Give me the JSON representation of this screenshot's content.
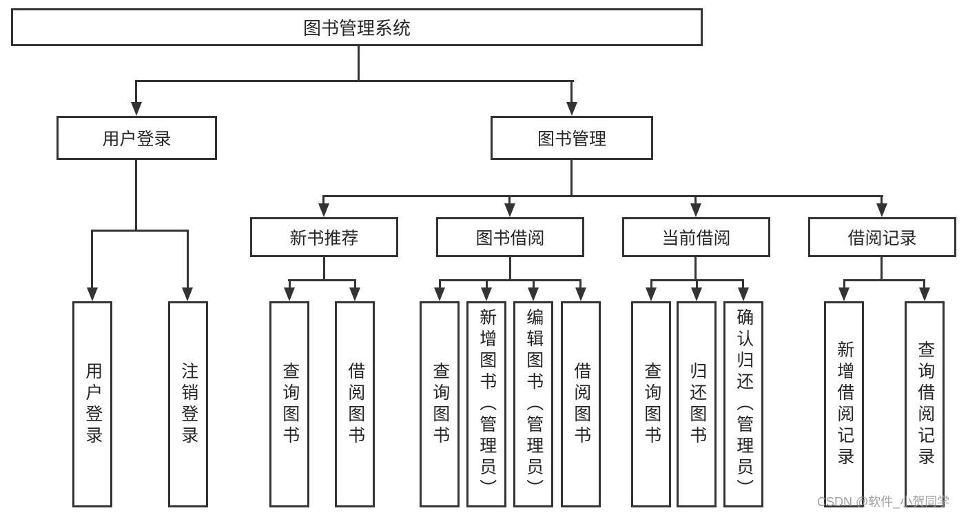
{
  "diagram": {
    "title": "图书管理系统",
    "root": {
      "label": "图书管理系统"
    },
    "level2": [
      {
        "label": "用户登录",
        "children": [
          {
            "label": "用户登录"
          },
          {
            "label": "注销登录"
          }
        ]
      },
      {
        "label": "图书管理",
        "children": [
          {
            "label": "新书推荐",
            "children": [
              {
                "label": "查询图书"
              },
              {
                "label": "借阅图书"
              }
            ]
          },
          {
            "label": "图书借阅",
            "children": [
              {
                "label": "查询图书"
              },
              {
                "label": "新增图书（管理员）"
              },
              {
                "label": "编辑图书（管理员）"
              },
              {
                "label": "借阅图书"
              }
            ]
          },
          {
            "label": "当前借阅",
            "children": [
              {
                "label": "查询图书"
              },
              {
                "label": "归还图书"
              },
              {
                "label": "确认归还（管理员）"
              }
            ]
          },
          {
            "label": "借阅记录",
            "children": [
              {
                "label": "新增借阅记录"
              },
              {
                "label": "查询借阅记录"
              }
            ]
          }
        ]
      }
    ]
  },
  "watermark": {
    "text": "CSDN @软件_小贺同学"
  },
  "colors": {
    "line": "#333333",
    "text": "#262626",
    "box_background": "#ffffff",
    "page_background": "#ffffff",
    "watermark": "#919191"
  }
}
